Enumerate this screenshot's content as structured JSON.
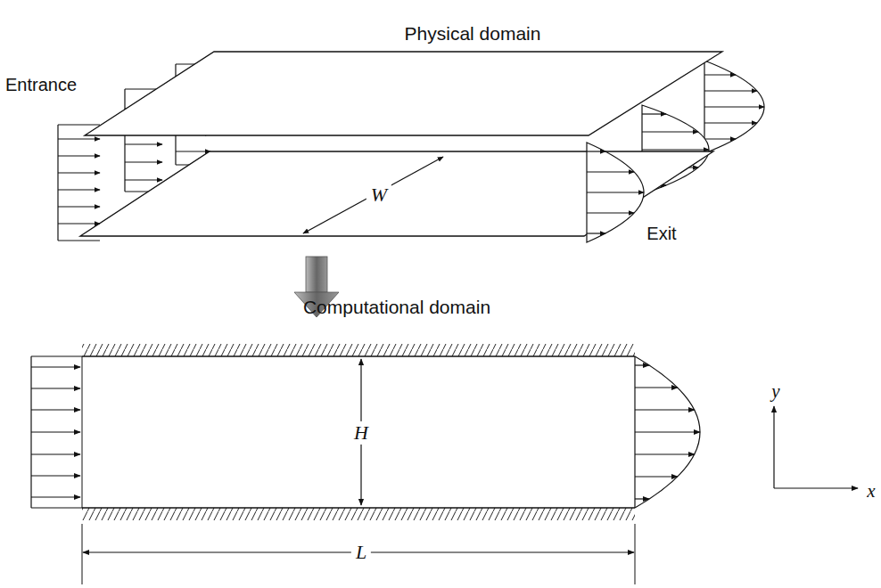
{
  "diagram": {
    "labels": [
      "Physical domain",
      "Entrance",
      "W",
      "Exit",
      "Computational domain",
      "H",
      "L",
      "y",
      "x"
    ]
  }
}
